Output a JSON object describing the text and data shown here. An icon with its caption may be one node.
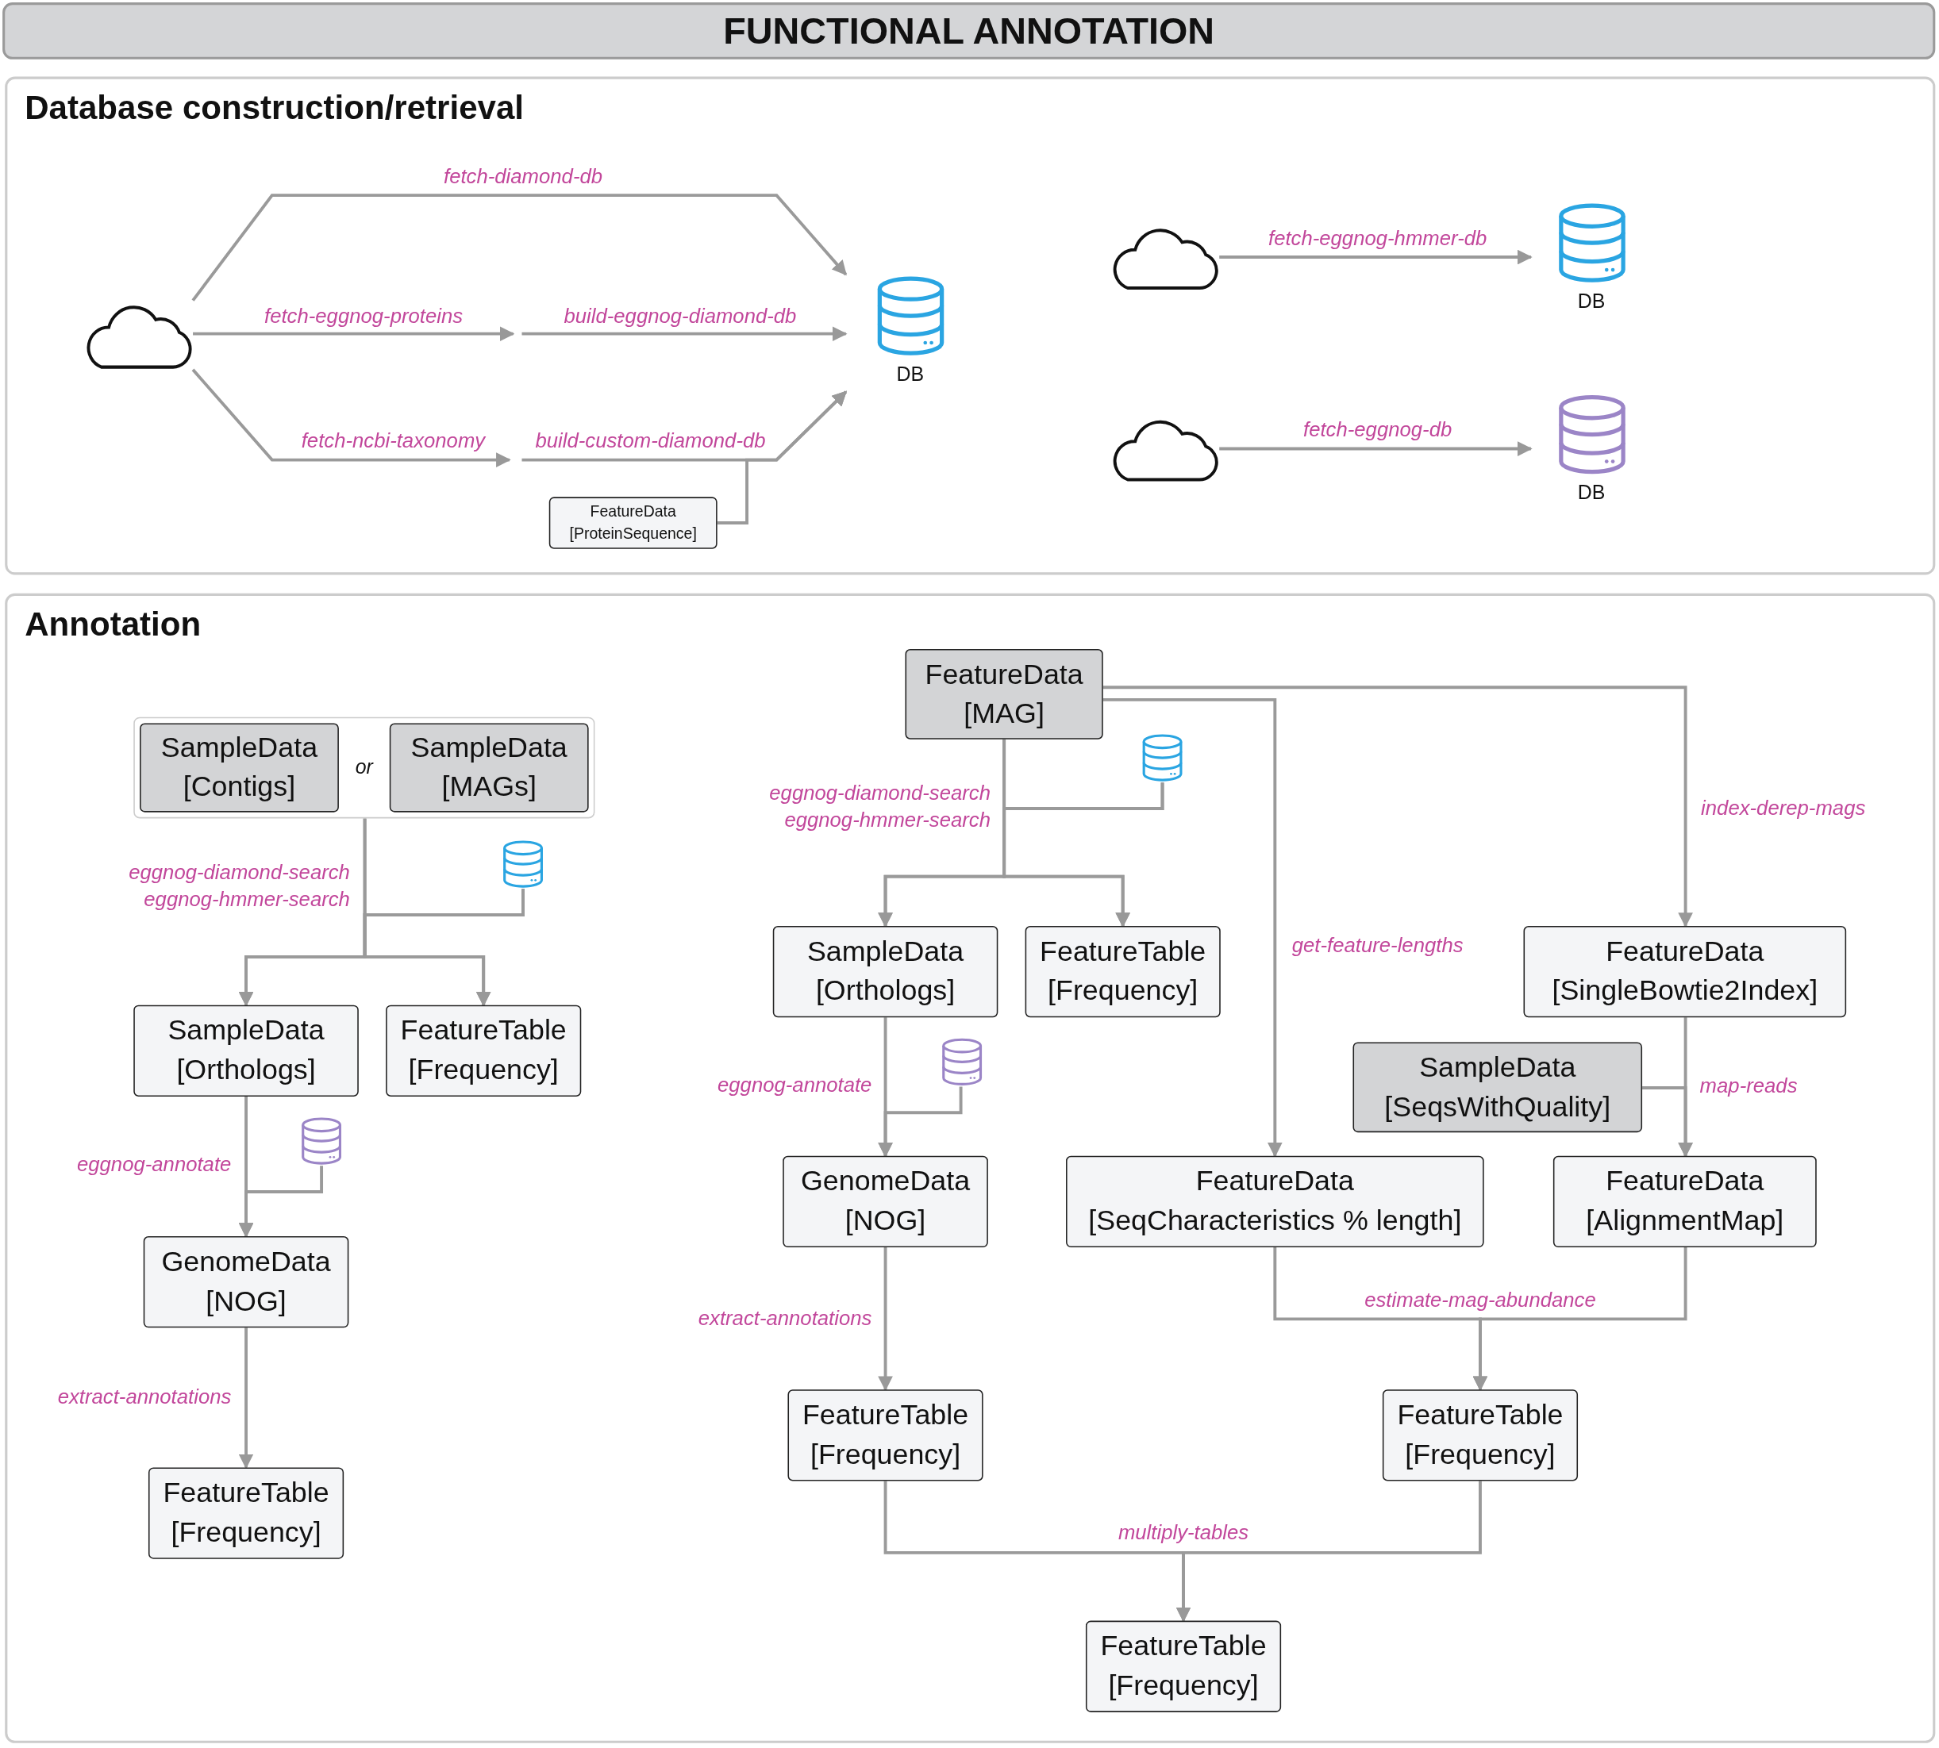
{
  "diagram": {
    "title": "FUNCTIONAL ANNOTATION",
    "nodes": [
      {
        "text": [
          "Database construction/retrieval"
        ]
      },
      {
        "text": [],
        "shape": "cloud",
        "in": 0
      },
      {
        "text": [
          "DB"
        ],
        "in": 0
      },
      {
        "text": [
          "FeatureData [ProteinSequence]"
        ],
        "in": 0
      },
      {
        "text": [],
        "shape": "cloud",
        "in": 0
      },
      {
        "text": [
          "DB"
        ],
        "in": 0
      },
      {
        "text": [],
        "shape": "cloud",
        "in": 0
      },
      {
        "text": [
          "DB"
        ],
        "in": 0
      },
      {
        "text": [
          "Annotation"
        ]
      },
      {
        "text": [
          "or"
        ],
        "in": 8
      },
      {
        "text": [
          "SampleData [Contigs]"
        ],
        "in": 9
      },
      {
        "text": [
          "SampleData [MAGs]"
        ],
        "in": 9
      },
      {
        "text": [],
        "shape": "cylinder",
        "in": 8
      },
      {
        "text": [
          "SampleData [Orthologs]"
        ],
        "in": 8
      },
      {
        "text": [
          "FeatureTable [Frequency]"
        ],
        "in": 8
      },
      {
        "text": [],
        "shape": "cylinder",
        "in": 8
      },
      {
        "text": [
          "GenomeData [NOG]"
        ],
        "in": 8
      },
      {
        "text": [
          "FeatureTable [Frequency]"
        ],
        "in": 8
      },
      {
        "text": [
          "FeatureData [MAG]"
        ],
        "in": 8
      },
      {
        "text": [],
        "shape": "cylinder",
        "in": 8
      },
      {
        "text": [
          "SampleData [Orthologs]"
        ],
        "in": 8
      },
      {
        "text": [
          "FeatureTable [Frequency]"
        ],
        "in": 8
      },
      {
        "text": [],
        "shape": "cylinder",
        "in": 8
      },
      {
        "text": [
          "GenomeData [NOG]"
        ],
        "in": 8
      },
      {
        "text": [
          "FeatureTable [Frequency]"
        ],
        "in": 8
      },
      {
        "text": [
          "FeatureData [SeqCharacteristics % length]"
        ],
        "in": 8
      },
      {
        "text": [
          "FeatureData [SingleBowtie2Index]"
        ],
        "in": 8
      },
      {
        "text": [
          "SampleData [SeqsWithQuality]"
        ],
        "in": 8
      },
      {
        "text": [
          "FeatureData [AlignmentMap]"
        ],
        "in": 8
      },
      {
        "text": [
          "FeatureTable [Frequency]"
        ],
        "in": 8
      },
      {
        "text": [
          "FeatureTable [Frequency]"
        ],
        "in": 8
      }
    ],
    "edges": [
      {
        "from": 1,
        "to": 2,
        "arrow": "to",
        "label": "fetch-diamond-db"
      },
      {
        "from": 1,
        "to": null,
        "arrow": "to",
        "label": "fetch-eggnog-proteins"
      },
      {
        "from": null,
        "to": 2,
        "arrow": "to",
        "label": "build-eggnog-diamond-db"
      },
      {
        "from": 1,
        "to": null,
        "arrow": "to",
        "label": "fetch-ncbi-taxonomy"
      },
      {
        "from": null,
        "to": 2,
        "arrow": "to",
        "label": "build-custom-diamond-db"
      },
      {
        "from": 3,
        "to": 2,
        "arrow": "to"
      },
      {
        "from": 4,
        "to": 5,
        "arrow": "to",
        "label": "fetch-eggnog-hmmer-db"
      },
      {
        "from": 6,
        "to": 7,
        "arrow": "to",
        "label": "fetch-eggnog-db"
      },
      {
        "from": 9,
        "to": 13,
        "arrow": "to",
        "label": "eggnog-diamond-search"
      },
      {
        "from": 9,
        "to": 14,
        "arrow": "to",
        "label": "eggnog-hmmer-search"
      },
      {
        "from": 12,
        "to": 13,
        "arrow": "to"
      },
      {
        "from": 12,
        "to": 14,
        "arrow": "to"
      },
      {
        "from": 13,
        "to": 16,
        "arrow": "to",
        "label": "eggnog-annotate"
      },
      {
        "from": 15,
        "to": 16,
        "arrow": "to"
      },
      {
        "from": 16,
        "to": 17,
        "arrow": "to",
        "label": "extract-annotations"
      },
      {
        "from": 18,
        "to": 20,
        "arrow": "to",
        "label": "eggnog-diamond-search"
      },
      {
        "from": 18,
        "to": 21,
        "arrow": "to",
        "label": "eggnog-hmmer-search"
      },
      {
        "from": 19,
        "to": 20,
        "arrow": "to"
      },
      {
        "from": 19,
        "to": 21,
        "arrow": "to"
      },
      {
        "from": 20,
        "to": 23,
        "arrow": "to",
        "label": "eggnog-annotate"
      },
      {
        "from": 22,
        "to": 23,
        "arrow": "to"
      },
      {
        "from": 23,
        "to": 24,
        "arrow": "to",
        "label": "extract-annotations"
      },
      {
        "from": 18,
        "to": 25,
        "arrow": "to",
        "label": "get-feature-lengths"
      },
      {
        "from": 18,
        "to": 26,
        "arrow": "to",
        "label": "index-derep-mags"
      },
      {
        "from": 26,
        "to": 28,
        "arrow": "to",
        "label": "map-reads"
      },
      {
        "from": 27,
        "to": 28,
        "arrow": "to"
      },
      {
        "from": 25,
        "to": 29,
        "arrow": "to",
        "label": "estimate-mag-abundance"
      },
      {
        "from": 28,
        "to": 29,
        "arrow": "to"
      },
      {
        "from": 24,
        "to": 30,
        "arrow": "to",
        "label": "multiply-tables"
      },
      {
        "from": 29,
        "to": 30,
        "arrow": "to"
      }
    ]
  }
}
